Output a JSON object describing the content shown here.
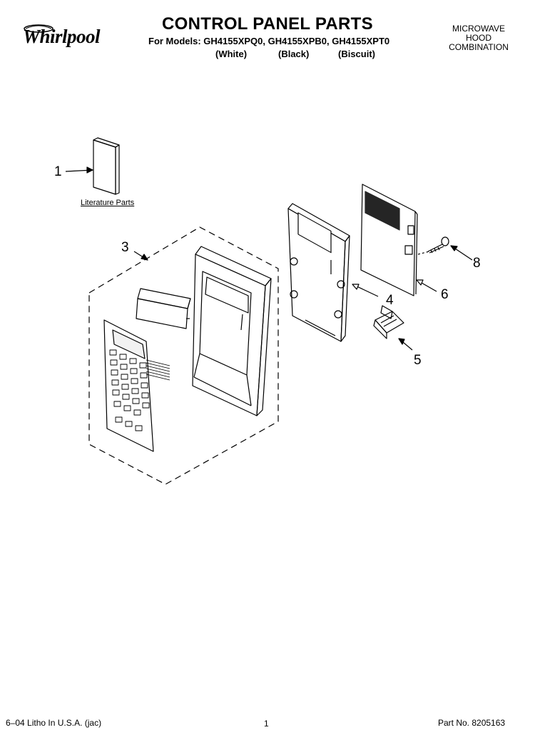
{
  "brand": "Whirlpool",
  "header": {
    "title": "CONTROL PANEL PARTS",
    "models": "For Models: GH4155XPQ0, GH4155XPB0, GH4155XPT0",
    "variants": [
      "(White)",
      "(Black)",
      "(Biscuit)"
    ],
    "category_lines": [
      "MICROWAVE",
      "HOOD",
      "COMBINATION"
    ]
  },
  "diagram": {
    "literature_label": "Literature Parts",
    "callouts": [
      "1",
      "3",
      "4",
      "5",
      "6",
      "8"
    ]
  },
  "footer": {
    "left": "6–04 Litho In U.S.A. (jac)",
    "page": "1",
    "part_number": "Part No. 8205163"
  }
}
